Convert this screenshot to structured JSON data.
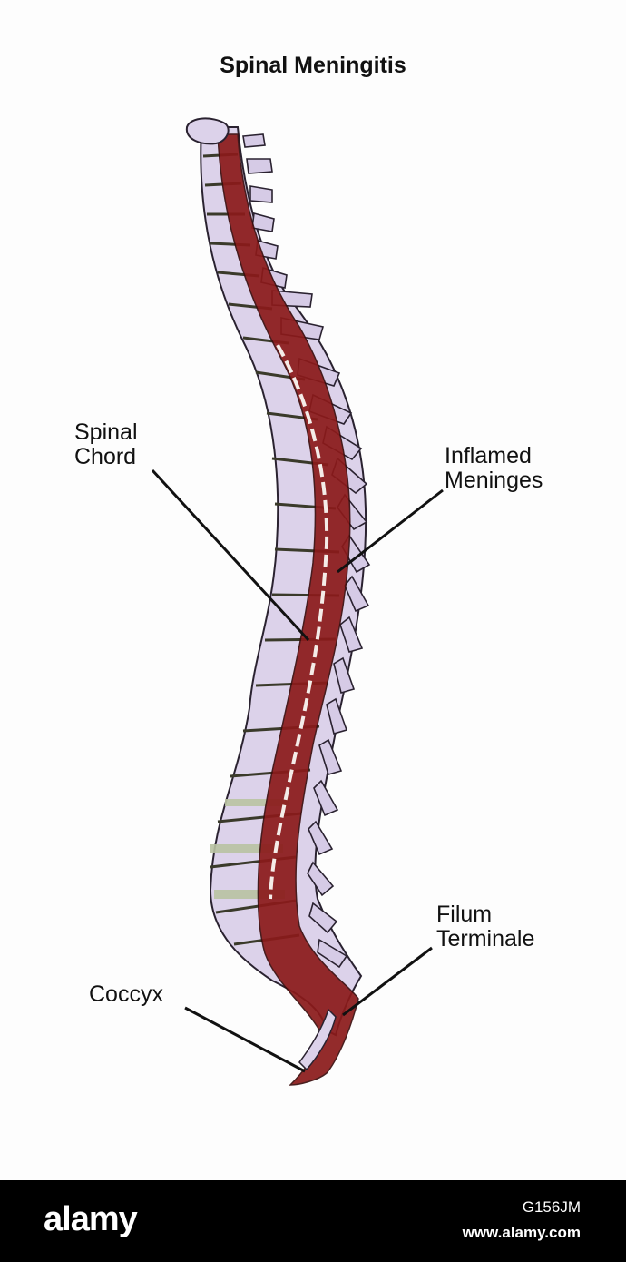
{
  "title": "Spinal Meningitis",
  "labels": {
    "spinal_chord": [
      "Spinal",
      "Chord"
    ],
    "inflamed_meninges": [
      "Inflamed",
      "Meninges"
    ],
    "filum_terminale": [
      "Filum",
      "Terminale"
    ],
    "coccyx": "Coccyx"
  },
  "watermark": {
    "brand": "alamy",
    "image_id": "G156JM",
    "site": "www.alamy.com"
  },
  "colors": {
    "bone": "#d9cde8",
    "bone_outline": "#2a2230",
    "cord": "#8b1a1a",
    "disc": "#b8c2a0",
    "leader": "#111111"
  }
}
